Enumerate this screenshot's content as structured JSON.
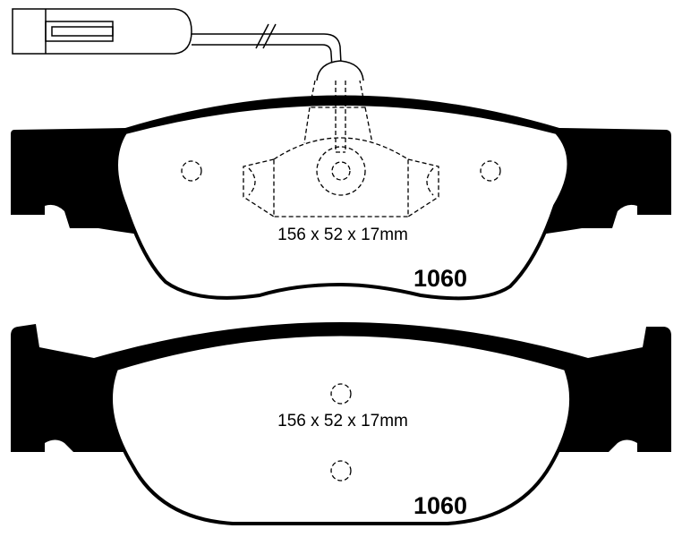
{
  "diagram": {
    "top_pad": {
      "dimensions_label": "156 x 52 x 17mm",
      "part_number": "1060",
      "has_wear_sensor": true
    },
    "bottom_pad": {
      "dimensions_label": "156 x 52 x 17mm",
      "part_number": "1060",
      "has_wear_sensor": false
    },
    "colors": {
      "line": "#000000",
      "background": "#ffffff"
    }
  }
}
